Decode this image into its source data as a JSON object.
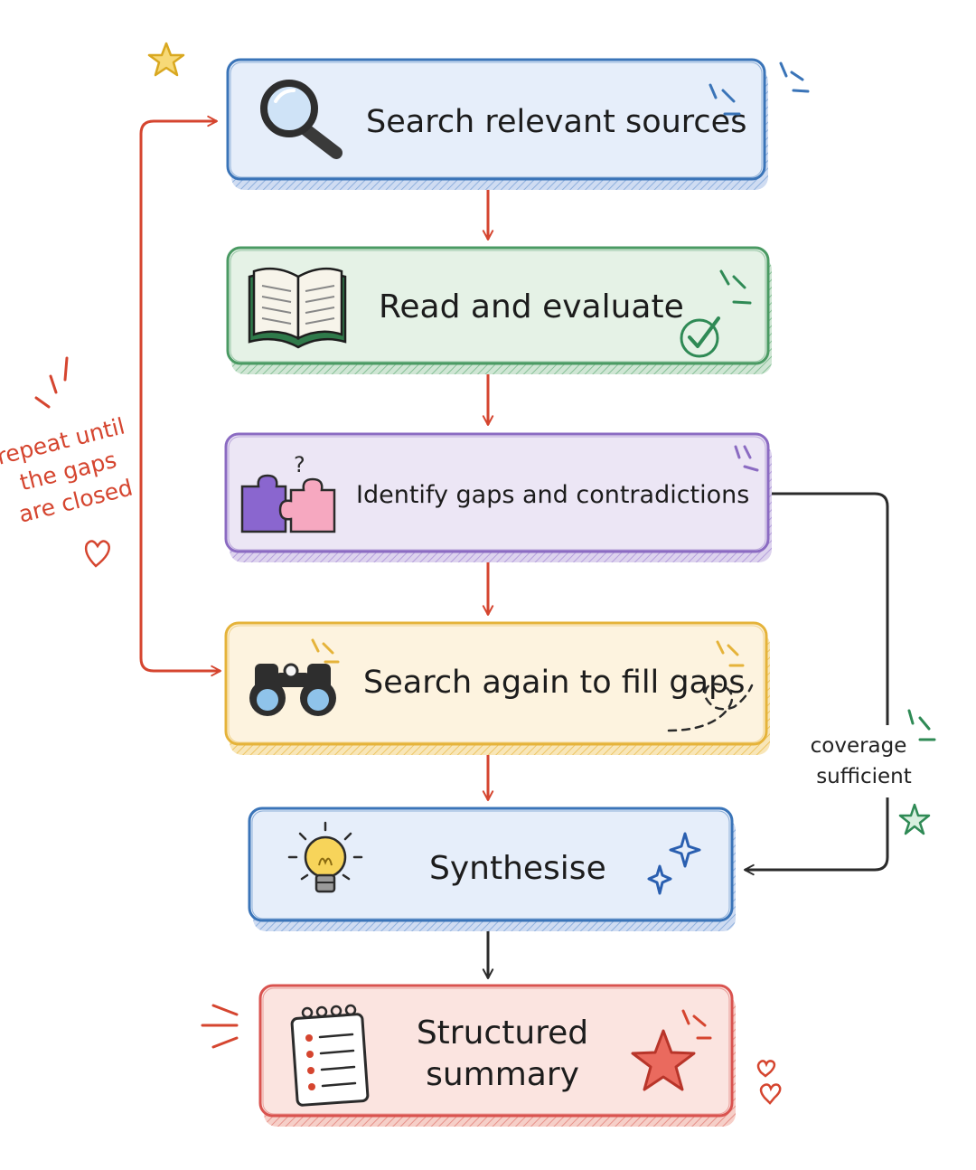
{
  "steps": [
    {
      "id": "search",
      "label": "Search relevant sources",
      "fill": "#e6eefa",
      "stroke": "#3a74b8",
      "icon": "magnifier-icon"
    },
    {
      "id": "read",
      "label": "Read and evaluate",
      "fill": "#e5f2e6",
      "stroke": "#4a9a63",
      "icon": "open-book-icon"
    },
    {
      "id": "identify",
      "label": "Identify gaps and contradictions",
      "fill": "#ece6f5",
      "stroke": "#8b6bc2",
      "icon": "puzzle-pieces-icon"
    },
    {
      "id": "search-again",
      "label": "Search again to fill gaps",
      "fill": "#fdf3df",
      "stroke": "#e5b33a",
      "icon": "binoculars-icon"
    },
    {
      "id": "synthesise",
      "label": "Synthesise",
      "fill": "#e6eefa",
      "stroke": "#3a74b8",
      "icon": "lightbulb-icon"
    },
    {
      "id": "summary",
      "label_line1": "Structured",
      "label_line2": "summary",
      "fill": "#fbe4e0",
      "stroke": "#d9534f",
      "icon": "notepad-icon"
    }
  ],
  "loop_note": {
    "line1": "repeat until",
    "line2": "the gaps",
    "line3": "are closed",
    "color": "#d5452f"
  },
  "coverage_note": {
    "line1": "coverage",
    "line2": "sufficient"
  },
  "colors": {
    "arrow_red": "#d5452f",
    "arrow_dark": "#2b2b2b",
    "ink": "#1c1c1c"
  }
}
